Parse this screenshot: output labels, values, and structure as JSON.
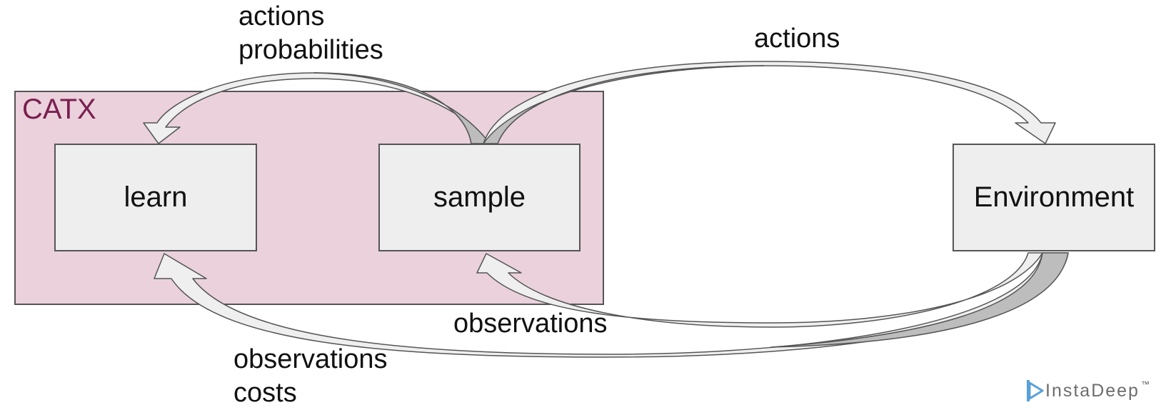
{
  "container": {
    "title": "CATX",
    "fill": "#ead1dc",
    "title_color": "#7a1f4f"
  },
  "nodes": {
    "learn": "learn",
    "sample": "sample",
    "environment": "Environment"
  },
  "edges": {
    "sample_to_learn": [
      "actions",
      "probabilities"
    ],
    "sample_to_environment": "actions",
    "environment_to_sample": "observations",
    "environment_to_learn": [
      "observations",
      "costs"
    ]
  },
  "colors": {
    "arrow_light": "#efefef",
    "arrow_dark": "#bdbdbd",
    "stroke": "#555555"
  },
  "brand": {
    "name": "InstaDeep",
    "tm": "™",
    "icon": "instadeep-logo-icon"
  }
}
